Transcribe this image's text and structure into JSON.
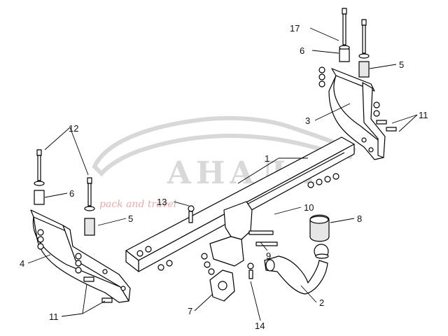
{
  "watermark": {
    "brand": "АНАЛА",
    "tagline": "pack and travel"
  },
  "callouts": {
    "c1": "1",
    "c2": "2",
    "c3": "3",
    "c4": "4",
    "c5a": "5",
    "c5b": "5",
    "c6a": "6",
    "c6b": "6",
    "c7": "7",
    "c8": "8",
    "c9": "9",
    "c10": "10",
    "c11a": "11",
    "c11b": "11",
    "c12": "12",
    "c13": "13",
    "c14": "14",
    "c17": "17"
  }
}
